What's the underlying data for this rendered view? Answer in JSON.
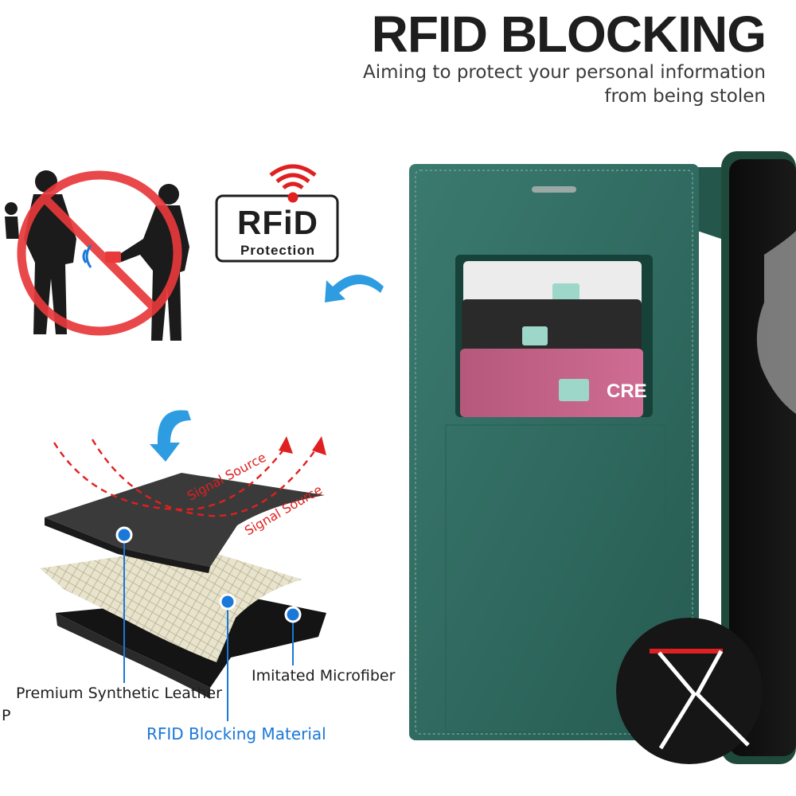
{
  "heading": {
    "title": "RFID BLOCKING",
    "subtitle": "Aiming to protect your personal information from being stolen"
  },
  "badge": {
    "title": "RFiD",
    "subtitle": "Protection"
  },
  "layers": {
    "signal_label_1": "Signal Source",
    "signal_label_2": "Signal Source",
    "leather_label": "Premium Synthetic Leather",
    "microfiber_label": "Imitated Microfiber",
    "rfid_label": "RFID Blocking Material",
    "cut_label": "P"
  },
  "cards": {
    "front_card_text": "CRE"
  },
  "colors": {
    "case_green": "#2f6b60",
    "accent_blue": "#1a78d8",
    "signal_red": "#e02020",
    "prohibit_red": "#e8393b"
  },
  "icons": {
    "prohibited": "no-symbol-icon",
    "wifi": "wifi-signal-icon",
    "arrow": "curved-arrow-icon",
    "logo": "brand-logo-icon"
  }
}
